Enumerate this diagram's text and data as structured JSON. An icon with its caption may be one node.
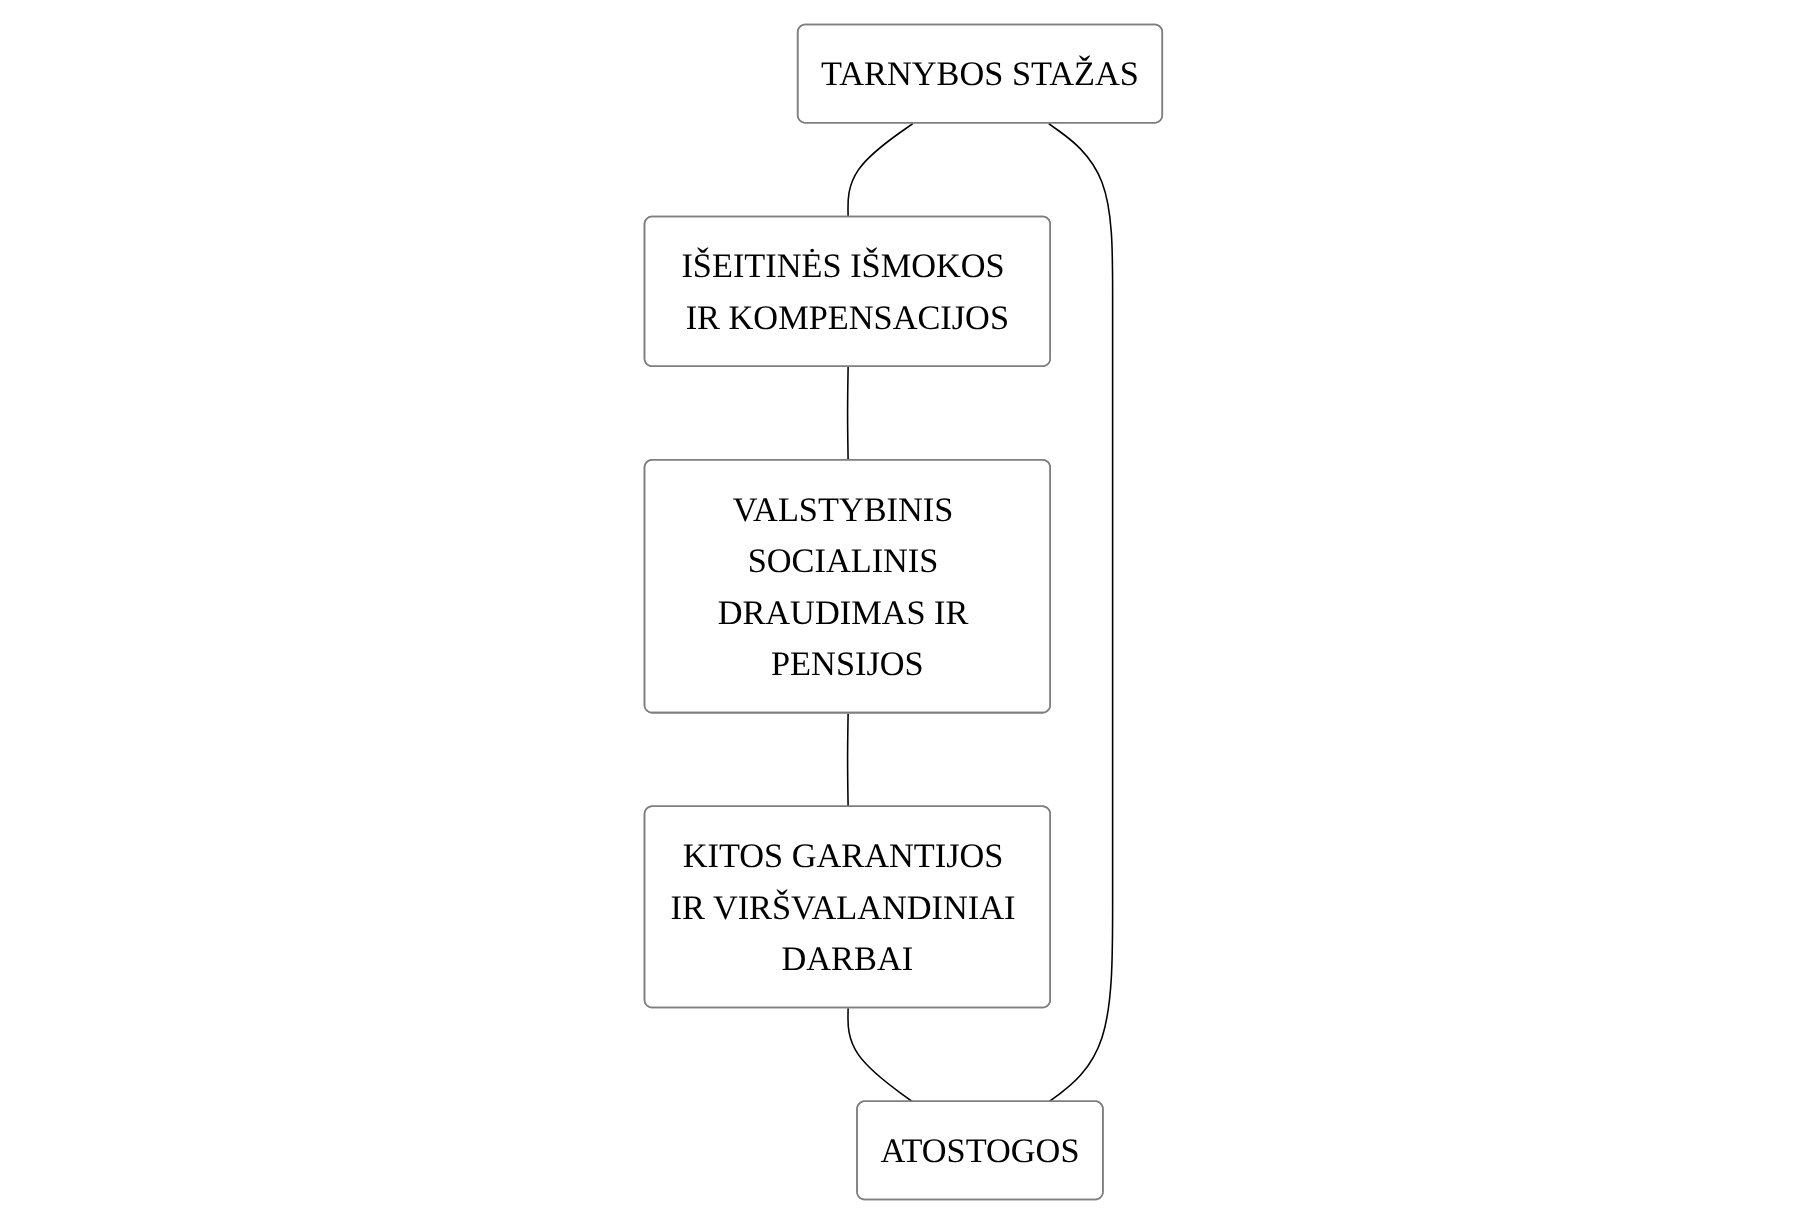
{
  "diagram": {
    "nodes": [
      {
        "text": [
          "TARNYBOS STAŽAS"
        ]
      },
      {
        "text": [
          "IŠEITINĖS IŠMOKOS IR KOMPENSACIJOS"
        ]
      },
      {
        "text": [
          "VALSTYBINIS SOCIALINIS DRAUDIMAS IR PENSIJOS"
        ]
      },
      {
        "text": [
          "KITOS GARANTIJOS IR VIRŠVALANDINIAI DARBAI"
        ]
      },
      {
        "text": [
          "ATOSTOGOS"
        ]
      }
    ],
    "edges": [
      {
        "from": 0,
        "to": 1,
        "arrow": "none"
      },
      {
        "from": 1,
        "to": 2,
        "arrow": "none"
      },
      {
        "from": 2,
        "to": 3,
        "arrow": "none"
      },
      {
        "from": 3,
        "to": 4,
        "arrow": "none"
      },
      {
        "from": 4,
        "to": 0,
        "arrow": "none"
      }
    ]
  }
}
